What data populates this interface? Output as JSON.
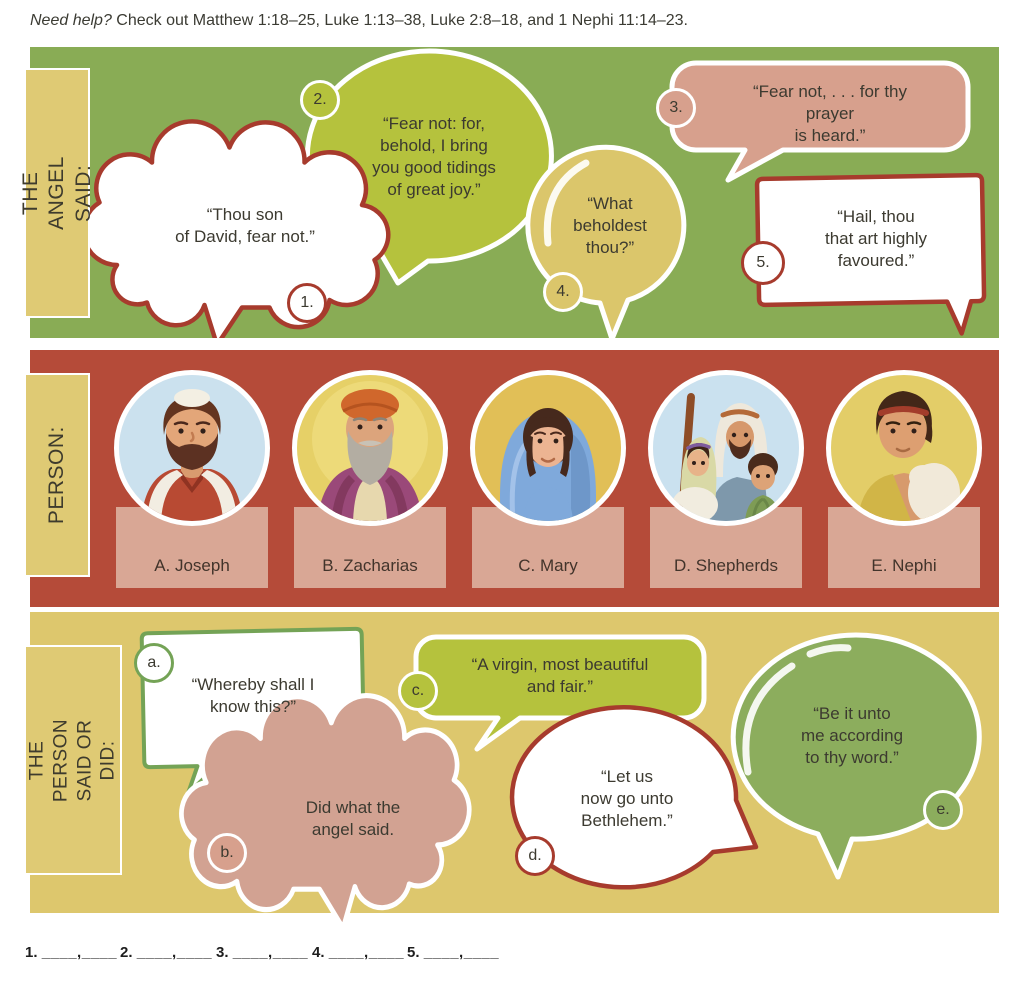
{
  "page": {
    "help": {
      "lead": "Need help?",
      "rest": " Check out Matthew 1:18–25, Luke 1:13–38, Luke 2:8–18, and 1 Nephi 11:14–23."
    }
  },
  "angel_section": {
    "label": "THE ANGEL SAID:",
    "bubbles": [
      {
        "number": "1.",
        "text": "“Thou son\nof David, fear not.”"
      },
      {
        "number": "2.",
        "text": "“Fear not: for,\nbehold, I bring\nyou good tidings\nof great joy.”"
      },
      {
        "number": "3.",
        "text": "“Fear not, . . . for thy prayer\nis heard.”"
      },
      {
        "number": "4.",
        "text": "“What\nbeholdest\nthou?”"
      },
      {
        "number": "5.",
        "text": "“Hail, thou\nthat art highly\nfavoured.”"
      }
    ]
  },
  "person_section": {
    "label": "PERSON:",
    "people": [
      {
        "label": "A. Joseph"
      },
      {
        "label": "B. Zacharias"
      },
      {
        "label": "C. Mary"
      },
      {
        "label": "D. Shepherds"
      },
      {
        "label": "E. Nephi"
      }
    ]
  },
  "said_section": {
    "label": "THE PERSON\nSAID OR DID:",
    "bubbles": [
      {
        "letter": "a.",
        "text": "“Whereby shall I\nknow this?”"
      },
      {
        "letter": "b.",
        "text": "Did what the\nangel said."
      },
      {
        "letter": "c.",
        "text": "“A virgin, most beautiful\nand fair.”"
      },
      {
        "letter": "d.",
        "text": "“Let us\nnow go unto\nBethlehem.”"
      },
      {
        "letter": "e.",
        "text": "“Be it unto\nme according\nto thy word.”"
      }
    ]
  },
  "answers": [
    {
      "number": "1.",
      "blank": "____,____"
    },
    {
      "number": "2.",
      "blank": "____,____"
    },
    {
      "number": "3.",
      "blank": "____,____"
    },
    {
      "number": "4.",
      "blank": "____,____"
    },
    {
      "number": "5.",
      "blank": "____,____"
    }
  ],
  "colors": {
    "panel_green": "#89AC55",
    "panel_red": "#B54B39",
    "panel_tan": "#DDC76D",
    "label_box": "#DFCA74",
    "bubble_lime": "#B5C23D",
    "bubble_salmon": "#D7A08D",
    "bubble_tan": "#DBC66B",
    "bubble_sage": "#8CAD5D",
    "bubble_cloud_salmon": "#D2A292",
    "outline_red": "#A73B2D",
    "outline_green": "#74A356",
    "card_salmon": "#D9A795",
    "text_dark": "#3C3A30"
  }
}
